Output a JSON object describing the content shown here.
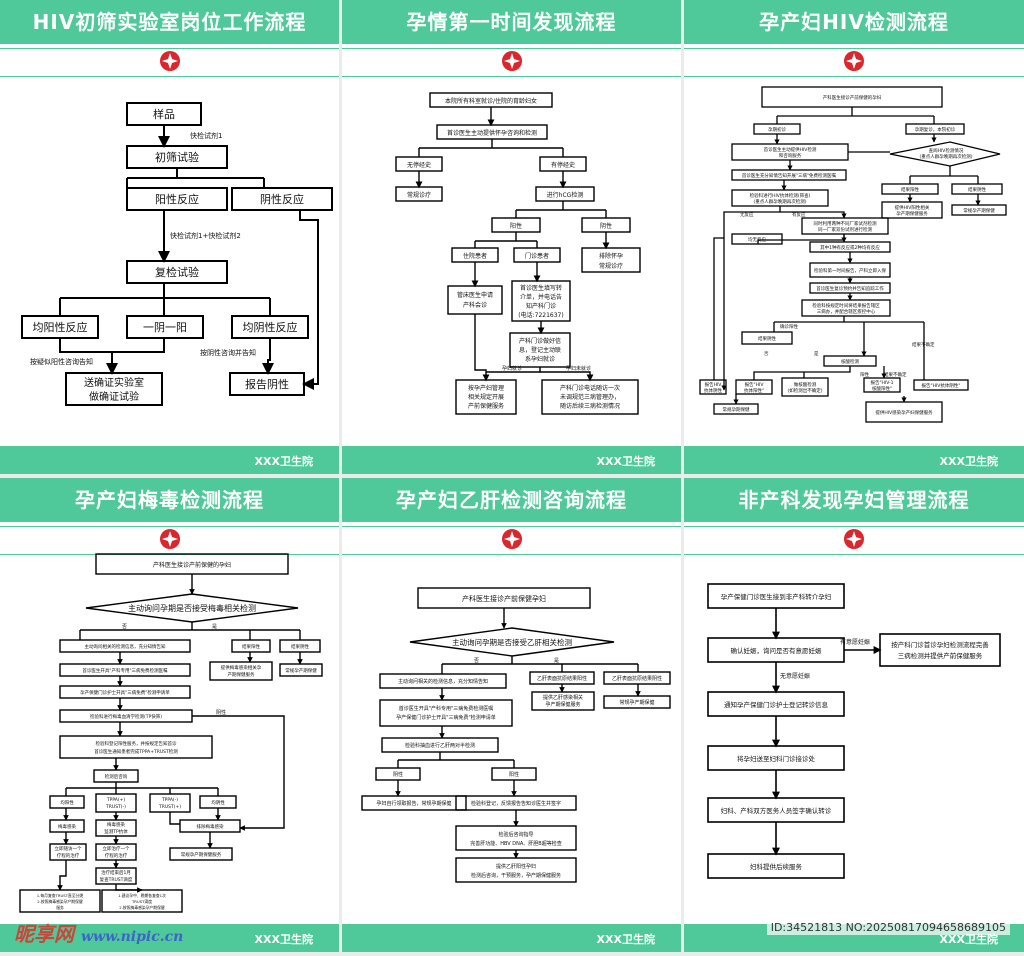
{
  "panels": [
    {
      "title": "HIV初筛实验室岗位工作流程",
      "footer": "XXX卫生院",
      "nodes": [
        "样品",
        "初筛试验",
        "阳性反应",
        "阴性反应",
        "复检试验",
        "均阳性反应",
        "一阴一阳",
        "均阴性反应",
        "送确证实验室\n做确证试验",
        "报告阴性"
      ],
      "labels": [
        "快检试剂1",
        "快检试剂1+快检试剂2",
        "按疑似阳性咨询告知",
        "按阴性咨询并告知"
      ]
    },
    {
      "title": "孕情第一时间发现流程",
      "footer": "XXX卫生院",
      "nodes": [
        "本院所有科室就诊/住院的育龄妇女",
        "首诊医生主动提供怀孕咨询和检测",
        "无停经史",
        "有停经史",
        "常规诊疗",
        "进行hCG检测",
        "阳性",
        "阴性",
        "住院患者",
        "门诊患者",
        "排除怀孕\n常规诊疗",
        "管床医生申请\n产科会诊",
        "首诊医生填写转\n介单，并电话告\n知产科门诊\n(电话:7221637)",
        "产科门诊做好信\n息，登记主动联\n系孕妇就诊",
        "按孕产妇管理\n相关规定开展\n产前保健服务",
        "产科门诊电话随访一次\n未调规范三病管理办，\n随访后续三病检测情况"
      ],
      "labels": [
        "孕妇就诊",
        "孕妇未就诊"
      ]
    },
    {
      "title": "孕产妇HIV检测流程",
      "footer": "XXX卫生院",
      "nodes": [
        "产科医生接诊产前保健的孕妇",
        "孕期初诊",
        "孕期复诊，本院初诊",
        "首诊医生主动提供HIV检测\n和咨询服务",
        "查阅HIV检测情况\n(重点人群孕晚期再次检测)",
        "首诊医生充分知情告知开展\"三病\"免费检测医嘱",
        "结果阳性",
        "结果阴性",
        "检验科进行HIV抗体检测(筛查)\n(重点人群孕晚期再次检测)",
        "提供HIV阳性相关\n孕产期保健服务",
        "常规孕产期保健",
        "均无反应",
        "同时利用两种不同厂家试剂检测\n同一厂家双份试剂进行检测",
        "其中1种有反应或2种均有反应",
        "检验科第一时间报告，产科立即入保",
        "首诊医生复诊预约并告知追踪工作",
        "检验科按规定时间将结果报告辖区\n三病办，并配合辖区疾控中心",
        "确诊阳性",
        "结果阴性",
        "结果不确定",
        "核酸检测",
        "结果不确定",
        "阳性",
        "报告HIV\n抗体阴性",
        "报告\"HIV\n抗体阳性\"",
        "做核酸检测\n(如检测出不确定)",
        "报告\"HIV-1\n核酸阳性\"",
        "报告\"HIV抗体阴性\"",
        "常规孕期保健",
        "提供HIV感染孕产妇保健服务"
      ],
      "labels": [
        "无反应",
        "有反应",
        "是",
        "否"
      ]
    },
    {
      "title": "孕产妇梅毒检测流程",
      "footer": "XXX卫生院",
      "nodes": [
        "产科医生接诊产前保健的孕妇",
        "主动询问孕期是否接受梅毒相关检测",
        "结果阳性",
        "结果阴性",
        "主动询问相关的检测信息，充分知情告知",
        "首诊医生开具\"产科专用\"三病免费检测医嘱",
        "提供梅毒感染相关孕\n产期保健服务",
        "常规孕产期保健",
        "孕产保健门诊护士开具\"三病免费\"检测申请单",
        "检验科进行梅毒血清学检测(TP快筛)",
        "检验科登记阳性服务，并按规定告知首诊\n首诊医生通知患者完成TPPA+TRUST检测",
        "检测后咨询",
        "均阳性",
        "TPPA(+)\nTRUST(-)",
        "TPPA(-)\nTRUST(+)",
        "均阴性",
        "梅毒感染",
        "梅毒感染\n监测TP抗体",
        "排除梅毒感染",
        "常规孕产期保健服务",
        "立即随访一个\n疗程的治疗",
        "立即治疗一个\n疗程的治疗",
        "治疗结束后1月\n复查TRUST滴度",
        "1.每月复查TRUST直至分娩\n2.按照梅毒感染孕产期保健\n服务",
        "1.建议孕中、晚期各复查1次\nTRUST滴度\n2.按照梅毒感染孕产期保健"
      ],
      "labels": [
        "否",
        "是",
        "阴性"
      ]
    },
    {
      "title": "孕产妇乙肝检测咨询流程",
      "footer": "XXX卫生院",
      "nodes": [
        "产科医生接诊产前保健孕妇",
        "主动询问孕期是否接受乙肝相关检测",
        "主动询问相关的检测信息，充分知情告知",
        "乙肝表面抗原结果阳性",
        "乙肝表面抗原结果阴性",
        "首诊医生开具\"产科专用\"三病免费检测医嘱\n孕产保健门诊护士开具\"三病免费\"检测申请单",
        "提供乙肝感染相关\n孕产期保健服务",
        "常规孕产期保健",
        "检验科抽血进行乙肝两对半检测",
        "阴性",
        "阳性",
        "孕妇自行领取报告，常规孕期保健",
        "检验科登记，反馈报告告知诊医生并签字",
        "检验后咨询指导\n完善肝功能、HBV DNA、肝胆B超等检查",
        "提供乙肝阳性孕妇\n检测后咨询，干预服务，孕产期保健服务"
      ],
      "labels": [
        "否",
        "是"
      ]
    },
    {
      "title": "非产科发现孕妇管理流程",
      "footer": "XXX卫生院",
      "nodes": [
        "孕产保健门诊医生接到非产科转介孕妇",
        "确认妊娠，询问是否有意愿妊娠",
        "按产科门诊首诊孕妇检测流程完善\n三病检测并提供产前保健服务",
        "通知孕产保健门诊护士登记转诊信息",
        "将孕妇送至妇科门诊接诊处",
        "妇科、产科双方医务人员签字确认转诊",
        "妇科提供后续服务"
      ],
      "labels": [
        "有意愿妊娠",
        "无意愿妊娠"
      ]
    }
  ],
  "watermark": {
    "site": "昵享网",
    "url": "www.nipic.cn"
  },
  "image_id": "ID:34521813 NO:20250817094658689105"
}
